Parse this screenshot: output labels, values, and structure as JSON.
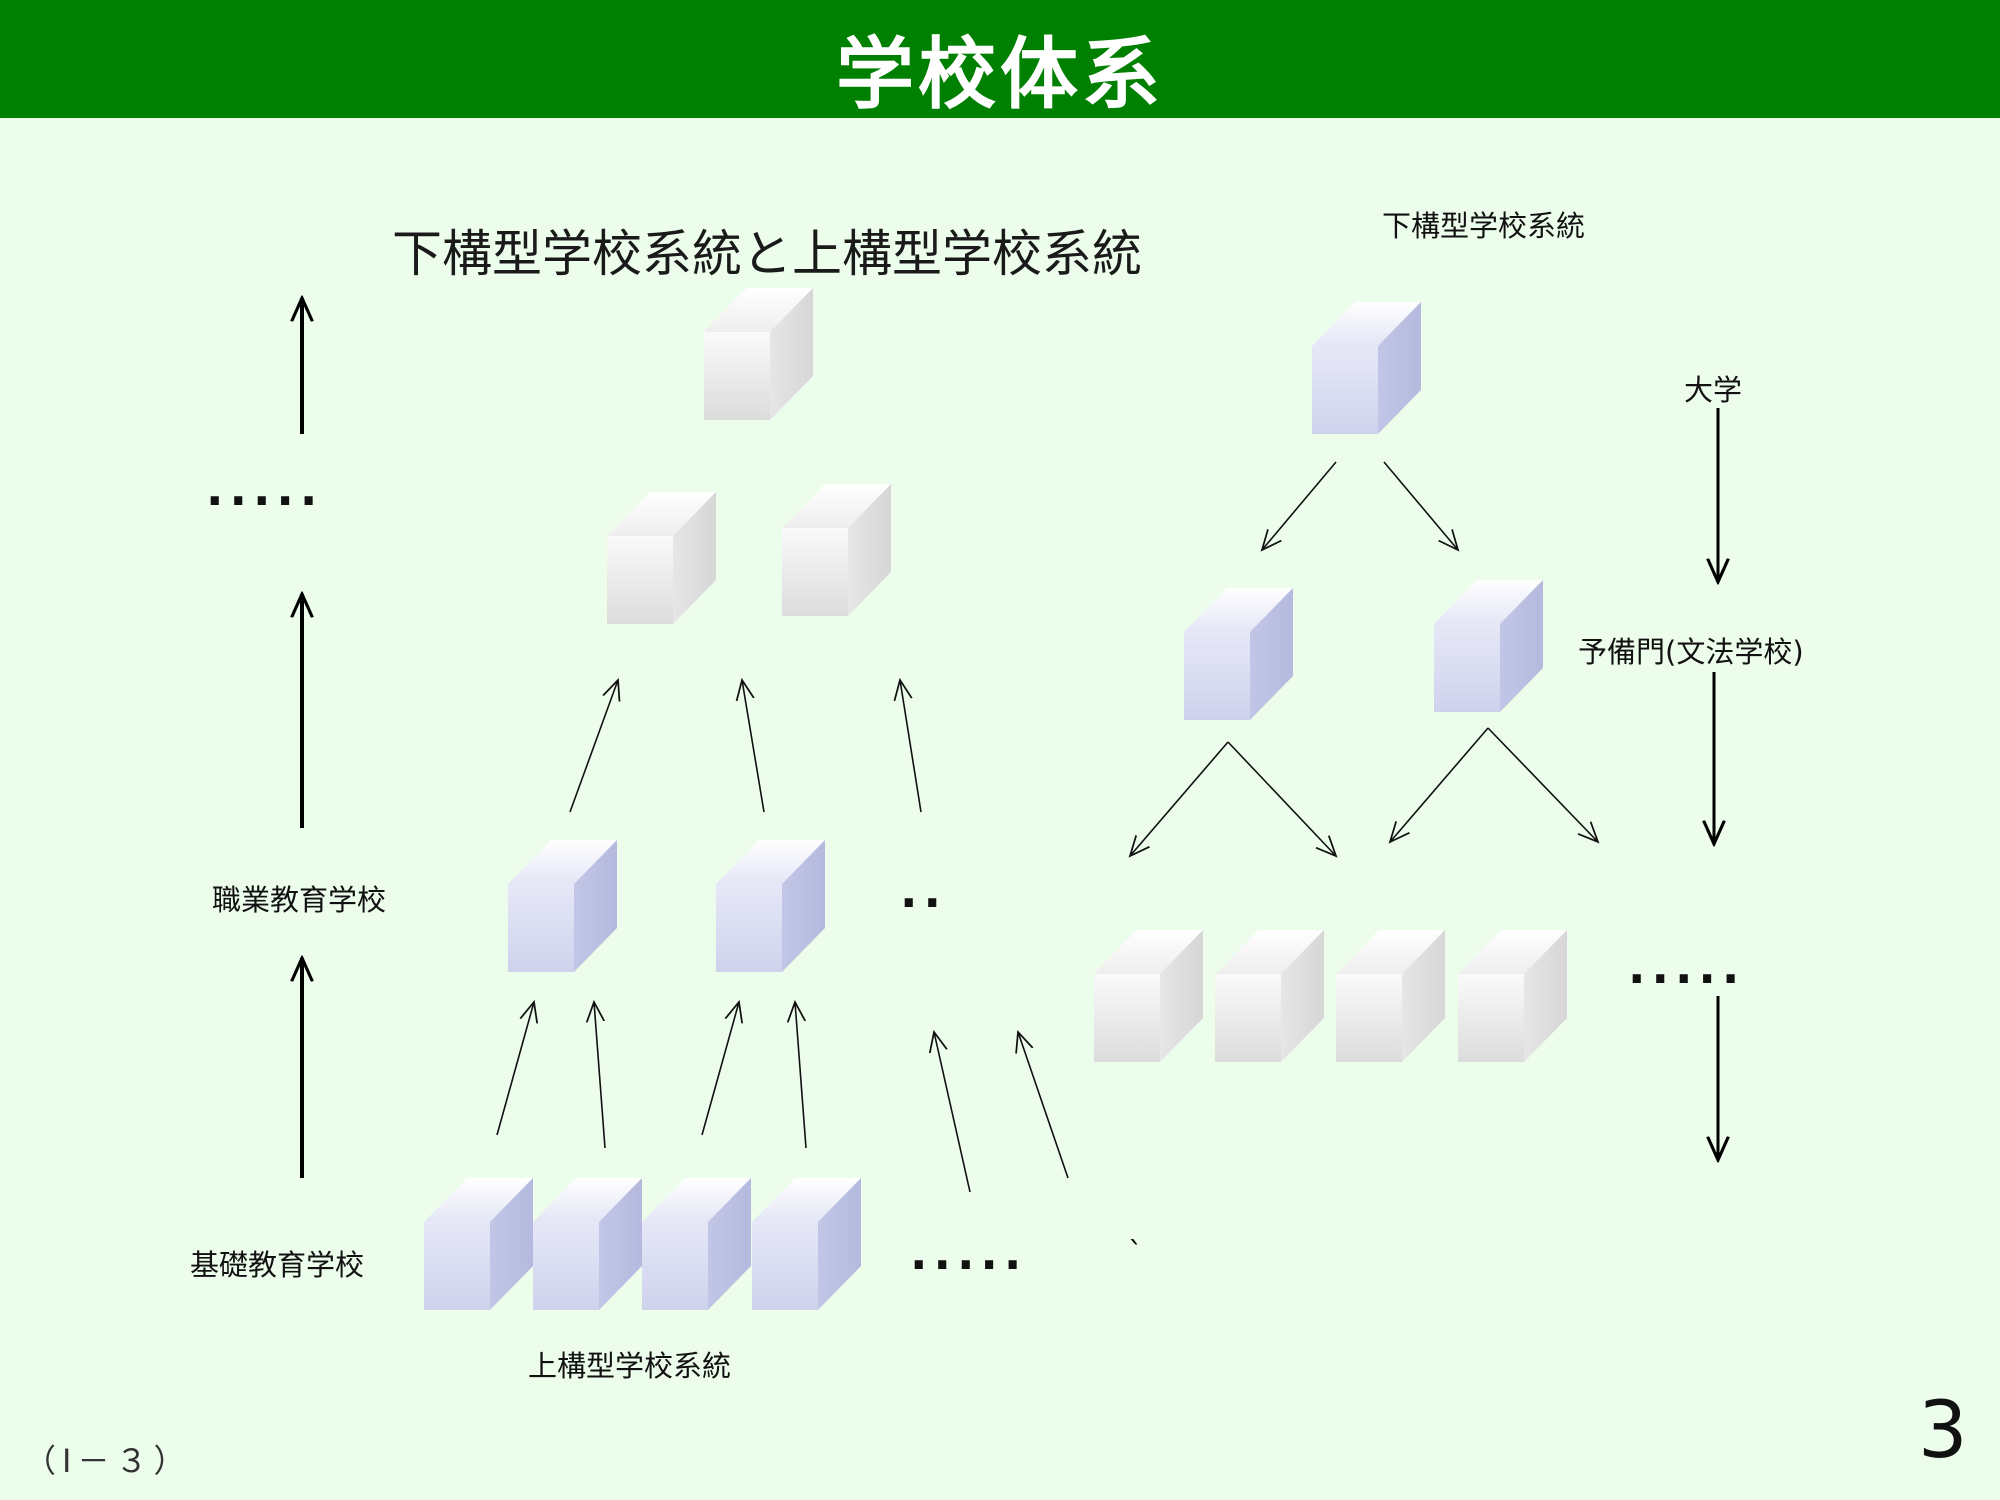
{
  "header": {
    "title": "学校体系"
  },
  "diagram": {
    "subtitle": "下構型学校系統と上構型学校系統",
    "left": {
      "label_vocational": "職業教育学校",
      "label_basic": "基礎教育学校",
      "label_bottom": "上構型学校系統",
      "dots_top": ".....",
      "dots_mid": "..",
      "dots_bottom": ".....",
      "mark": "`"
    },
    "right": {
      "label_top": "下構型学校系統",
      "label_university": "大学",
      "label_preparatory": "予備門(文法学校)",
      "dots": "....."
    }
  },
  "footer": {
    "code": "（Ⅰ－３）",
    "page": "3"
  },
  "colors": {
    "header_bg": "#008000",
    "page_bg": "#edfdec",
    "cube_blue": "#d9dcf2",
    "cube_white": "#f2f2f2"
  }
}
